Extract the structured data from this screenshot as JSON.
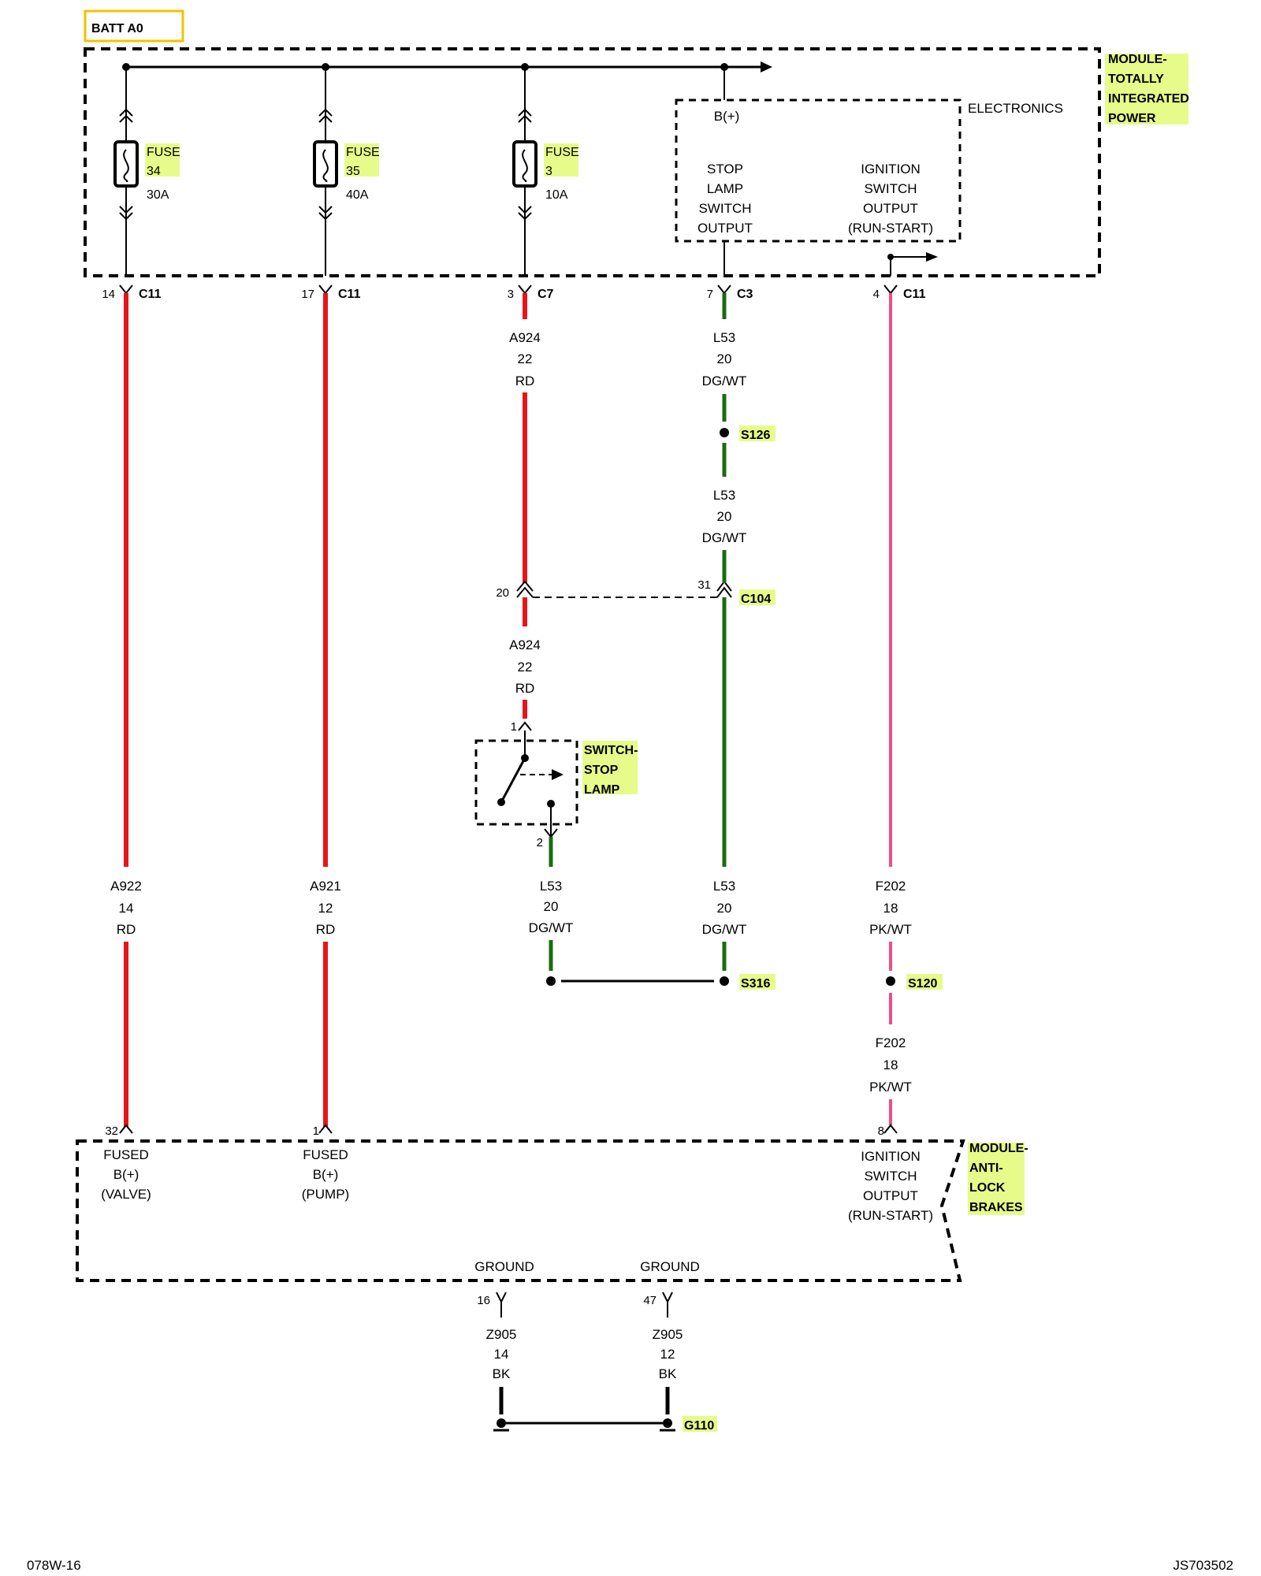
{
  "battery": {
    "label": "BATT A0"
  },
  "tipm": {
    "title": [
      "MODULE-",
      "TOTALLY",
      "INTEGRATED",
      "POWER"
    ],
    "electronics_label": "ELECTRONICS",
    "bplus_label": "B(+)",
    "stop_lamp_output": [
      "STOP",
      "LAMP",
      "SWITCH",
      "OUTPUT"
    ],
    "ignition_output": [
      "IGNITION",
      "SWITCH",
      "OUTPUT",
      "(RUN-START)"
    ],
    "fuses": [
      {
        "word": "FUSE",
        "number": "34",
        "rating": "30A"
      },
      {
        "word": "FUSE",
        "number": "35",
        "rating": "40A"
      },
      {
        "word": "FUSE",
        "number": "3",
        "rating": "10A"
      }
    ],
    "connectors": [
      {
        "pin": "14",
        "name": "C11"
      },
      {
        "pin": "17",
        "name": "C11"
      },
      {
        "pin": "3",
        "name": "C7"
      },
      {
        "pin": "7",
        "name": "C3"
      },
      {
        "pin": "4",
        "name": "C11"
      }
    ]
  },
  "wires": {
    "a924_upper": [
      "A924",
      "22",
      "RD"
    ],
    "l53_upper": [
      "L53",
      "20",
      "DG/WT"
    ],
    "l53_mid": [
      "L53",
      "20",
      "DG/WT"
    ],
    "a924_lower": [
      "A924",
      "22",
      "RD"
    ],
    "a922": [
      "A922",
      "14",
      "RD"
    ],
    "a921": [
      "A921",
      "12",
      "RD"
    ],
    "l53_switch": [
      "L53",
      "20",
      "DG/WT"
    ],
    "l53_right": [
      "L53",
      "20",
      "DG/WT"
    ],
    "f202_upper": [
      "F202",
      "18",
      "PK/WT"
    ],
    "f202_lower": [
      "F202",
      "18",
      "PK/WT"
    ],
    "z905_left": [
      "Z905",
      "14",
      "BK"
    ],
    "z905_right": [
      "Z905",
      "12",
      "BK"
    ]
  },
  "splices": {
    "s126": "S126",
    "s316": "S316",
    "s120": "S120"
  },
  "c104": {
    "name": "C104",
    "pin_left": "20",
    "pin_right": "31"
  },
  "stop_switch": {
    "title": [
      "SWITCH-",
      "STOP",
      "LAMP"
    ],
    "pin_top": "1",
    "pin_bottom": "2"
  },
  "abs": {
    "title": [
      "MODULE-",
      "ANTI-",
      "LOCK",
      "BRAKES"
    ],
    "pins": {
      "valve": "32",
      "pump": "1",
      "ignition": "8",
      "ground1": "16",
      "ground2": "47"
    },
    "valve_label": [
      "FUSED",
      "B(+)",
      "(VALVE)"
    ],
    "pump_label": [
      "FUSED",
      "B(+)",
      "(PUMP)"
    ],
    "ignition_label": [
      "IGNITION",
      "SWITCH",
      "OUTPUT",
      "(RUN-START)"
    ],
    "ground_label": "GROUND"
  },
  "ground": {
    "name": "G110"
  },
  "footer": {
    "left": "078W-16",
    "right": "JS703502"
  }
}
